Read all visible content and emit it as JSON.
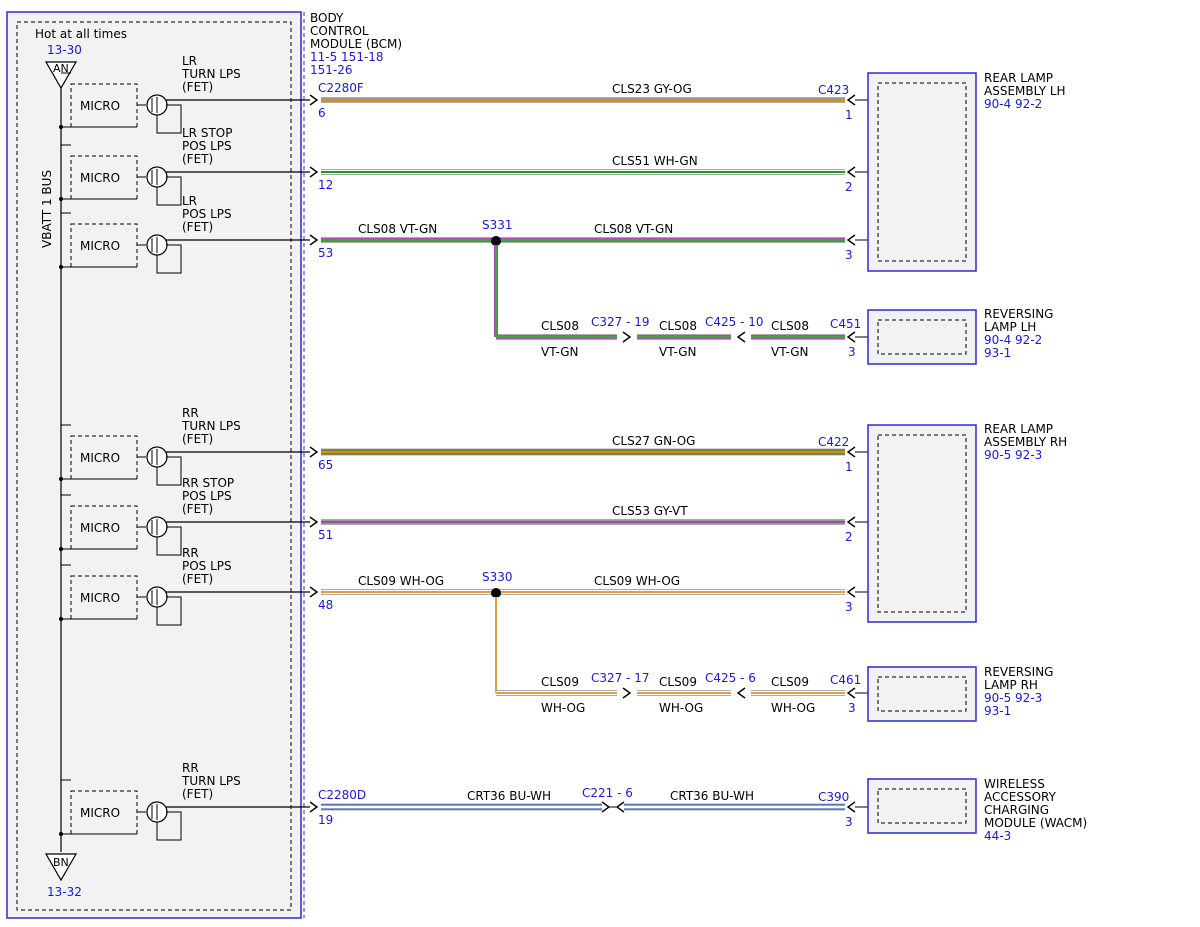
{
  "bcm": {
    "hot_label": "Hot at all times",
    "hot_ref": "13-30",
    "an_label": "AN",
    "bn_label": "BN",
    "bn_ref": "13-32",
    "bus_label": "VBATT 1 BUS",
    "title_lines": [
      "BODY",
      "CONTROL",
      "MODULE (BCM)"
    ],
    "refs": [
      "11-5   151-18",
      "151-26"
    ],
    "micro_label": "MICRO",
    "connector_f": "C2280F",
    "connector_d": "C2280D"
  },
  "circuits": [
    {
      "id": "lr-turn",
      "fn_lines": [
        "LR",
        "TURN LPS",
        "(FET)"
      ],
      "pin": "6",
      "wire": "CLS23  GY-OG",
      "colors": [
        "#9a9a9a",
        "#e08a1a"
      ],
      "dest_conn": "C423",
      "dest_pin": "1"
    },
    {
      "id": "lr-stop",
      "fn_lines": [
        "LR STOP",
        "POS LPS",
        "(FET)"
      ],
      "pin": "12",
      "wire": "CLS51  WH-GN",
      "colors": [
        "#ffffff",
        "#1f9a1f"
      ],
      "dest_pin": "2"
    },
    {
      "id": "lr-pos",
      "fn_lines": [
        "LR",
        "POS LPS",
        "(FET)"
      ],
      "pin": "53",
      "wire_left": "CLS08  VT-GN",
      "splice": "S331",
      "wire_right": "CLS08  VT-GN",
      "colors": [
        "#b04ab8",
        "#3aa83a"
      ],
      "dest_pin": "3"
    },
    {
      "id": "rr-turn",
      "fn_lines": [
        "RR",
        "TURN LPS",
        "(FET)"
      ],
      "pin": "65",
      "wire": "CLS27  GN-OG",
      "colors": [
        "#1e7a1e",
        "#e08a1a"
      ],
      "dest_conn": "C422",
      "dest_pin": "1"
    },
    {
      "id": "rr-stop",
      "fn_lines": [
        "RR STOP",
        "POS LPS",
        "(FET)"
      ],
      "pin": "51",
      "wire": "CLS53  GY-VT",
      "colors": [
        "#9a9a9a",
        "#a04aa8"
      ],
      "dest_pin": "2"
    },
    {
      "id": "rr-pos",
      "fn_lines": [
        "RR",
        "POS LPS",
        "(FET)"
      ],
      "pin": "48",
      "wire_left": "CLS09  WH-OG",
      "splice": "S330",
      "wire_right": "CLS09  WH-OG",
      "colors": [
        "#ffffff",
        "#e0a040"
      ],
      "dest_pin": "3"
    },
    {
      "id": "rr-turn-2",
      "fn_lines": [
        "RR",
        "TURN LPS",
        "(FET)"
      ],
      "pin": "19",
      "wire_left": "CRT36  BU-WH",
      "inline": "C221 - 6",
      "wire_right": "CRT36  BU-WH",
      "colors": [
        "#1a3acc",
        "#ffffff"
      ],
      "dest_conn": "C390",
      "dest_pin": "3"
    }
  ],
  "branches": [
    {
      "id": "rev-lh",
      "w1": "CLS08",
      "c1": "C327 - 19",
      "w2": "CLS08",
      "c2": "C425 - 10",
      "w3": "CLS08",
      "dest_conn": "C451",
      "color_code": "VT-GN",
      "dest_pin": "3"
    },
    {
      "id": "rev-rh",
      "w1": "CLS09",
      "c1": "C327 - 17",
      "w2": "CLS09",
      "c2": "C425 - 6",
      "w3": "CLS09",
      "dest_conn": "C461",
      "color_code": "WH-OG",
      "dest_pin": "3"
    }
  ],
  "components": [
    {
      "id": "rear-lamp-lh",
      "lines": [
        "REAR LAMP",
        "ASSEMBLY LH"
      ],
      "refs": [
        "90-4  92-2"
      ]
    },
    {
      "id": "reversing-lamp-lh",
      "lines": [
        "REVERSING",
        "LAMP LH"
      ],
      "refs": [
        "90-4  92-2",
        "93-1"
      ]
    },
    {
      "id": "rear-lamp-rh",
      "lines": [
        "REAR LAMP",
        "ASSEMBLY RH"
      ],
      "refs": [
        "90-5  92-3"
      ]
    },
    {
      "id": "reversing-lamp-rh",
      "lines": [
        "REVERSING",
        "LAMP RH"
      ],
      "refs": [
        "90-5  92-3",
        "93-1"
      ]
    },
    {
      "id": "wacm",
      "lines": [
        "WIRELESS",
        "ACCESSORY",
        "CHARGING",
        "MODULE (WACM)"
      ],
      "refs": [
        "44-3"
      ]
    }
  ]
}
